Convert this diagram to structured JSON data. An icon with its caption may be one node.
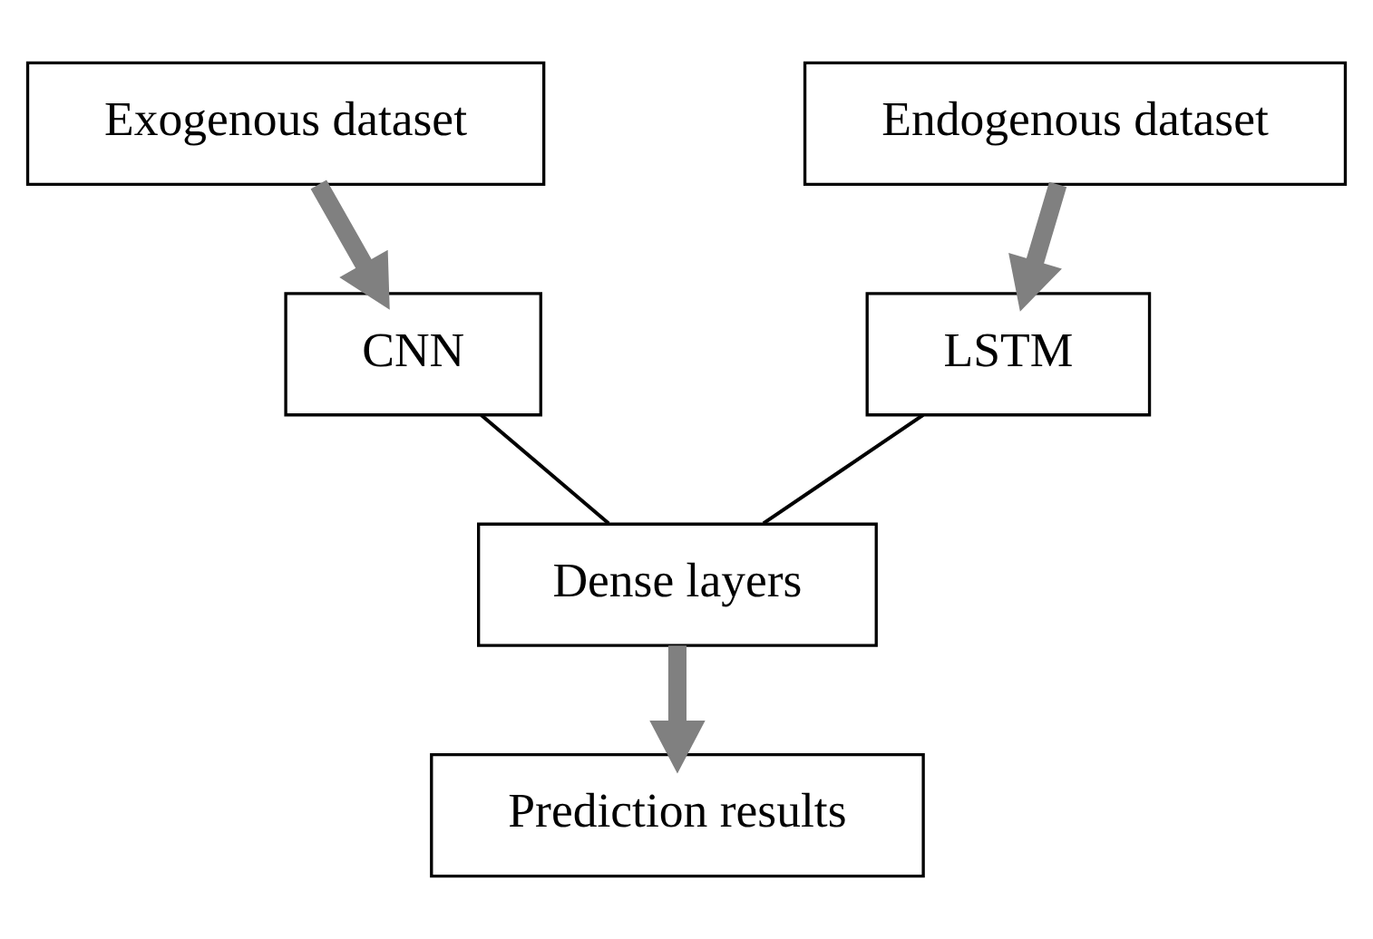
{
  "diagram": {
    "nodes": [
      {
        "text": [
          "Exogenous dataset"
        ]
      },
      {
        "text": [
          "Endogenous dataset"
        ]
      },
      {
        "text": [
          "CNN"
        ]
      },
      {
        "text": [
          "LSTM"
        ]
      },
      {
        "text": [
          "Dense layers"
        ]
      },
      {
        "text": [
          "Prediction results"
        ]
      }
    ],
    "edges": [
      {
        "from": 0,
        "to": 2,
        "arrow": "to"
      },
      {
        "from": 1,
        "to": 3,
        "arrow": "to"
      },
      {
        "from": 2,
        "to": 4,
        "arrow": "none",
        "color": "#000000"
      },
      {
        "from": 3,
        "to": 4,
        "arrow": "none",
        "color": "#000000"
      },
      {
        "from": 4,
        "to": 5,
        "arrow": "to"
      }
    ]
  }
}
